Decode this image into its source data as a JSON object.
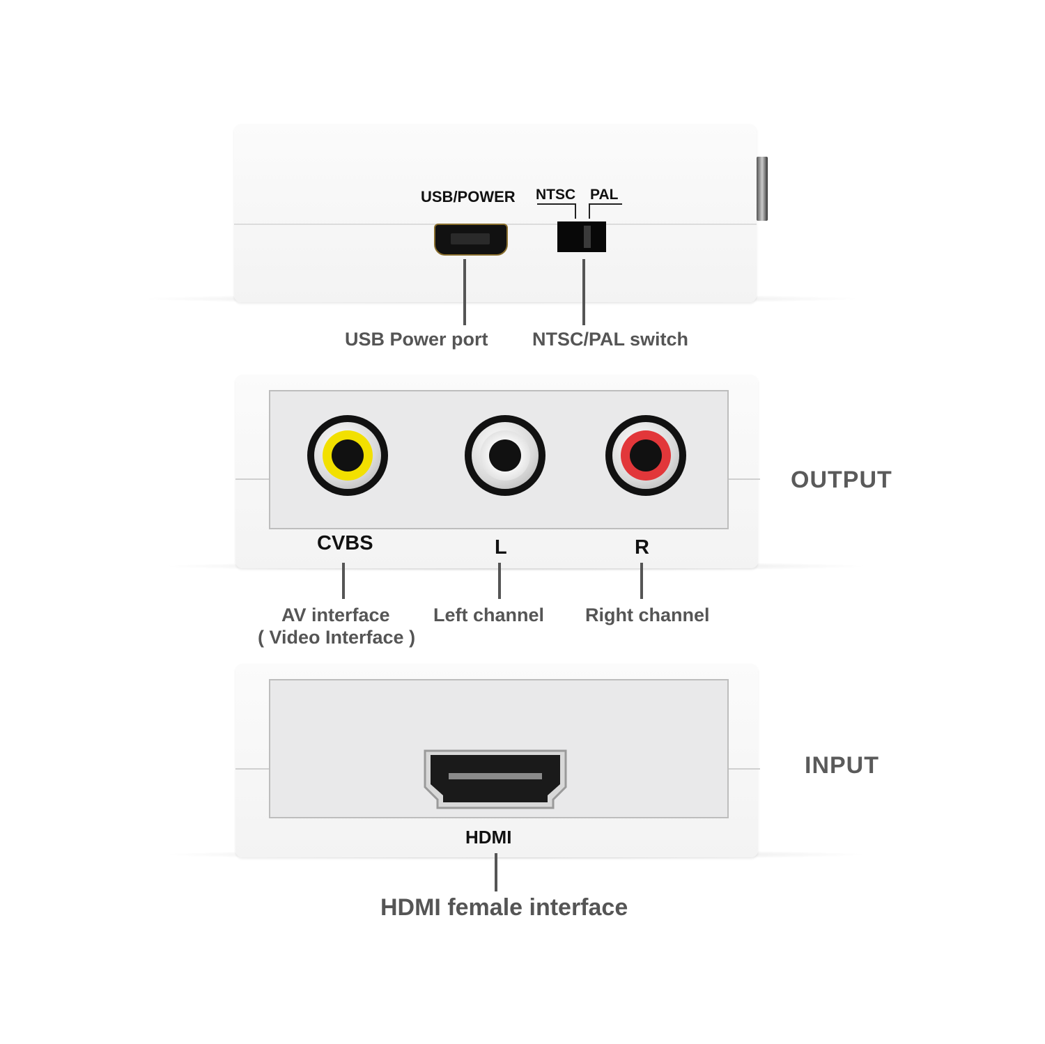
{
  "top_view": {
    "usb_label": "USB/POWER",
    "ntsc_label": "NTSC",
    "pal_label": "PAL",
    "usb_callout": "USB Power port",
    "switch_callout": "NTSC/PAL switch"
  },
  "output_view": {
    "side_title": "OUTPUT",
    "ports": [
      {
        "label": "CVBS",
        "callout": "AV interface",
        "callout_sub": "( Video Interface )",
        "color": "#f2e000"
      },
      {
        "label": "L",
        "callout": "Left channel",
        "color": "#e6e6e6"
      },
      {
        "label": "R",
        "callout": "Right channel",
        "color": "#e2373a"
      }
    ]
  },
  "input_view": {
    "side_title": "INPUT",
    "port_label": "HDMI",
    "callout": "HDMI female interface"
  }
}
